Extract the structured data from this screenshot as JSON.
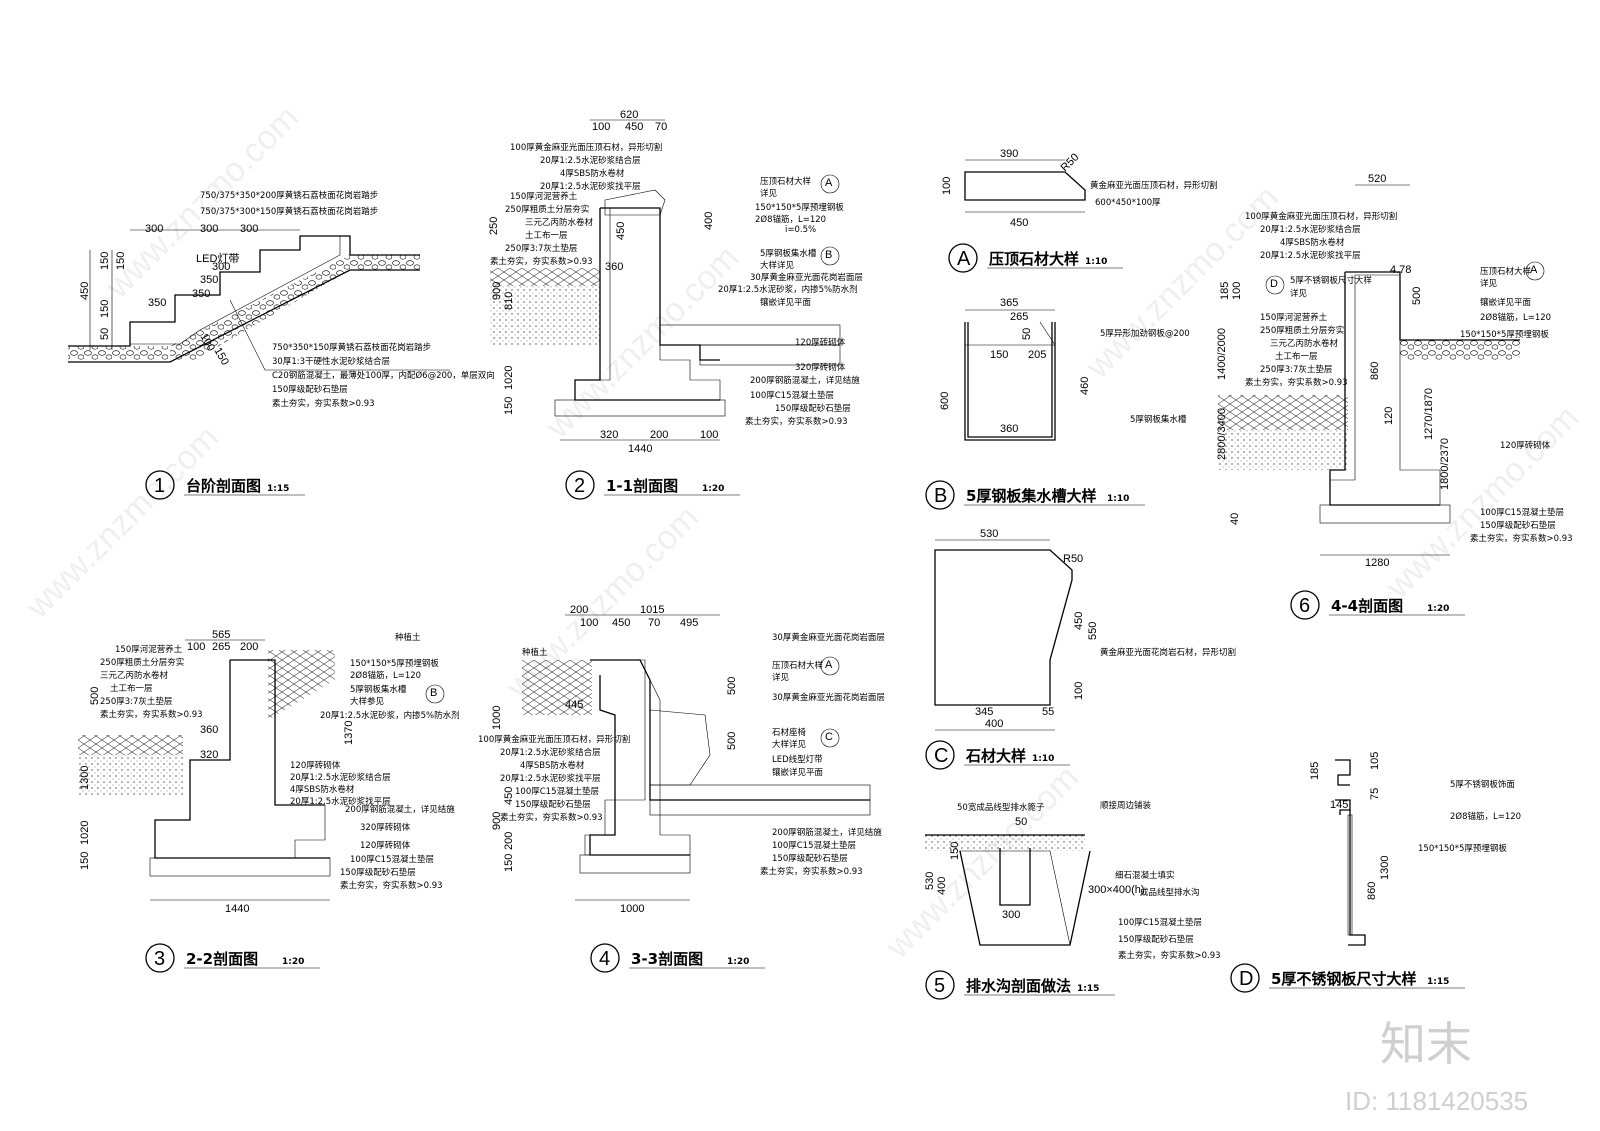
{
  "stair_section": {
    "notes": [
      "750/375*350*200厚黄锈石荔枝面花岗岩踏步",
      "750/375*300*150厚黄锈石荔枝面花岗岩踏步",
      "750*350*150厚黄锈石荔枝面花岗岩踏步",
      "30厚1:3干硬性水泥砂浆结合层",
      "C20钢筋混凝土，最薄处100厚，内配Ø6@200，单层双向",
      "150厚级配砂石垫层",
      "素土夯实，夯实系数>0.93"
    ],
    "dims": [
      "300",
      "300",
      "300",
      "350",
      "300",
      "350",
      "350",
      "LED灯带",
      "450",
      "150",
      "150",
      "50",
      "150",
      "150",
      "100"
    ]
  },
  "section_1_1": {
    "notes": [
      "100厚黄金麻亚光面压顶石材，异形切割",
      "20厚1:2.5水泥砂浆结合层",
      "4厚SBS防水卷材",
      "20厚1:2.5水泥砂浆找平层",
      "150厚河泥营养土",
      "250厚粗质土分层夯实",
      "三元乙丙防水卷材",
      "土工布一层",
      "250厚3:7灰土垫层",
      "素土夯实，夯实系数>0.93",
      "压顶石材大样",
      "详见",
      "150*150*5厚预埋钢板",
      "2Ø8锚筋，L=120",
      "i=0.5%",
      "5厚钢板集水槽",
      "大样详见",
      "30厚黄金麻亚光面花岗岩面层",
      "20厚1:2.5水泥砂浆，内掺5%防水剂",
      "镶嵌详见平面",
      "120厚砖砌体",
      "320厚砖砌体",
      "200厚钢筋混凝土，详见结施",
      "100厚C15混凝土垫层",
      "150厚级配砂石垫层",
      "素土夯实，夯实系数>0.93"
    ],
    "dims": [
      "620",
      "450",
      "100",
      "70",
      "450",
      "400",
      "360",
      "250",
      "900",
      "810",
      "1020",
      "150",
      "1440",
      "320",
      "200",
      "100"
    ]
  },
  "section_2_2": {
    "notes": [
      "150厚河泥营养土",
      "250厚粗质土分层夯实",
      "三元乙丙防水卷材",
      "土工布一层",
      "250厚3:7灰土垫层",
      "素土夯实，夯实系数>0.93",
      "150*150*5厚预埋钢板",
      "2Ø8锚筋，L=120",
      "5厚钢板集水槽",
      "大样参见",
      "20厚1:2.5水泥砂浆，内掺5%防水剂",
      "120厚砖砌体",
      "20厚1:2.5水泥砂浆结合层",
      "4厚SBS防水卷材",
      "20厚1:2.5水泥砂浆找平层",
      "200厚钢筋混凝土，详见结施",
      "320厚砖砌体",
      "120厚砖砌体",
      "100厚C15混凝土垫层",
      "150厚级配砂石垫层",
      "素土夯实，夯实系数>0.93",
      "种植土"
    ],
    "dims": [
      "565",
      "100",
      "265",
      "200",
      "500",
      "360",
      "320",
      "1370",
      "1300",
      "1020",
      "150",
      "1440"
    ]
  },
  "section_3_3": {
    "notes": [
      "种植土",
      "30厚黄金麻亚光面花岗岩面层",
      "压顶石材大样",
      "详见",
      "30厚黄金麻亚光面花岗岩面层",
      "100厚黄金麻亚光面压顶石材，异形切割",
      "20厚1:2.5水泥砂浆结合层",
      "4厚SBS防水卷材",
      "20厚1:2.5水泥砂浆找平层",
      "100厚C15混凝土垫层",
      "150厚级配砂石垫层",
      "素土夯实，夯实系数>0.93",
      "石材座椅",
      "大样详见",
      "LED线型灯带",
      "镶嵌详见平面",
      "200厚钢筋混凝土，详见结施",
      "100厚C15混凝土垫层",
      "150厚级配砂石垫层",
      "素土夯实，夯实系数>0.93"
    ],
    "dims": [
      "200",
      "1015",
      "100",
      "450",
      "70",
      "495",
      "445",
      "500",
      "500",
      "1000",
      "900",
      "450",
      "200",
      "150",
      "1000"
    ]
  },
  "detail_A": {
    "notes": [
      "黄金麻亚光面压顶石材，异形切割",
      "600*450*100厚"
    ],
    "dims": [
      "390",
      "R50",
      "100",
      "450"
    ]
  },
  "detail_B": {
    "notes": [
      "5厚异形加劲钢板@200",
      "5厚钢板集水槽"
    ],
    "dims": [
      "365",
      "265",
      "50",
      "150",
      "205",
      "600",
      "460",
      "360"
    ]
  },
  "detail_C": {
    "notes": [
      "黄金麻亚光面花岗岩石材，异形切割"
    ],
    "dims": [
      "530",
      "R50",
      "450",
      "550",
      "100",
      "345",
      "55",
      "400"
    ]
  },
  "detail_5": {
    "notes": [
      "50宽成品线型排水篦子",
      "顺接周边铺装",
      "细石混凝土填实",
      "成品线型排水沟",
      "300×400(h)",
      "100厚C15混凝土垫层",
      "150厚级配砂石垫层",
      "素土夯实，夯实系数>0.93"
    ],
    "dims": [
      "50",
      "150",
      "300",
      "400",
      "530"
    ]
  },
  "section_4_4": {
    "notes": [
      "100厚黄金麻亚光面压顶石材，异形切割",
      "20厚1:2.5水泥砂浆结合层",
      "4厚SBS防水卷材",
      "20厚1:2.5水泥砂浆找平层",
      "5厚不锈钢板尺寸大样",
      "详见",
      "150厚河泥营养土",
      "250厚粗质土分层夯实",
      "三元乙丙防水卷材",
      "土工布一层",
      "250厚3:7灰土垫层",
      "素土夯实，夯实系数>0.93",
      "压顶石材大样",
      "详见",
      "镶嵌详见平面",
      "2Ø8锚筋，L=120",
      "150*150*5厚预埋钢板",
      "120厚砖砌体",
      "100厚C15混凝土垫层",
      "150厚级配砂石垫层",
      "素土夯实，夯实系数>0.93"
    ],
    "dims": [
      "520",
      "185",
      "100",
      "500",
      "1400/2000",
      "860",
      "120",
      "1270/1870",
      "1800/2370",
      "2800/3400",
      "1280",
      "4.78",
      "40"
    ]
  },
  "detail_D": {
    "notes": [
      "5厚不锈钢板饰面",
      "2Ø8锚筋，L=120",
      "150*150*5厚预埋钢板"
    ],
    "dims": [
      "185",
      "145",
      "75",
      "105",
      "1300",
      "860"
    ]
  },
  "titles": [
    {
      "num": "1",
      "name": "台阶剖面图",
      "scale": "1:15"
    },
    {
      "num": "2",
      "name": "1-1剖面图",
      "scale": "1:20"
    },
    {
      "num": "3",
      "name": "2-2剖面图",
      "scale": "1:20"
    },
    {
      "num": "4",
      "name": "3-3剖面图",
      "scale": "1:20"
    },
    {
      "num": "A",
      "name": "压顶石材大样",
      "scale": "1:10"
    },
    {
      "num": "B",
      "name": "5厚钢板集水槽大样",
      "scale": "1:10"
    },
    {
      "num": "C",
      "name": "石材大样",
      "scale": "1:10"
    },
    {
      "num": "5",
      "name": "排水沟剖面做法",
      "scale": "1:15"
    },
    {
      "num": "6",
      "name": "4-4剖面图",
      "scale": "1:20"
    },
    {
      "num": "D",
      "name": "5厚不锈钢板尺寸大样",
      "scale": "1:15"
    }
  ],
  "refs": {
    "a": "A",
    "b": "B",
    "c": "C",
    "d": "D"
  },
  "watermark": {
    "site": "www.znzmo.com",
    "brand": "知末",
    "id": "ID: 1181420535"
  }
}
